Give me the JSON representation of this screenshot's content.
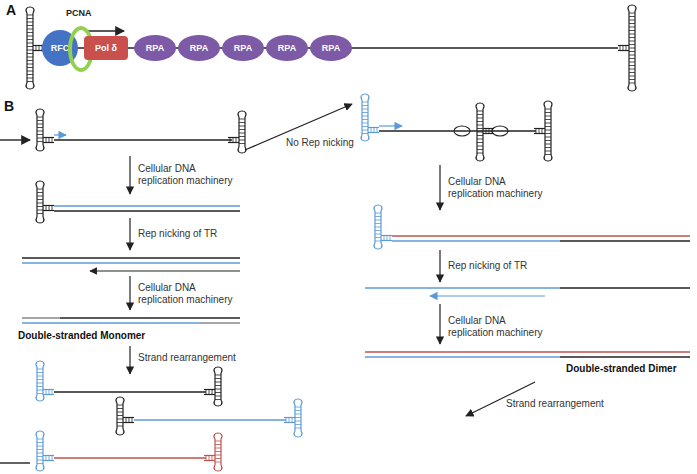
{
  "diagram": {
    "nodes": [
      {
        "text": [
          "PCNA"
        ]
      },
      {
        "text": [
          "RFC"
        ]
      },
      {
        "text": [
          "Pol δ"
        ]
      },
      {
        "text": [
          "RPA"
        ]
      },
      {
        "text": [
          "RPA"
        ]
      },
      {
        "text": [
          "RPA"
        ]
      },
      {
        "text": [
          "RPA"
        ]
      },
      {
        "text": [
          "RPA"
        ]
      }
    ],
    "labels": [
      "A",
      "B",
      "Cellular DNA replication machinery",
      "Rep nicking of TR",
      "Cellular DNA replication machinery",
      "Double-stranded Monomer",
      "Strand rearrangement",
      "No Rep nicking",
      "Cellular DNA replication machinery",
      "Rep nicking of TR",
      "Cellular DNA replication machinery",
      "Double-stranded Dimer",
      "Strand rearrangement"
    ]
  }
}
